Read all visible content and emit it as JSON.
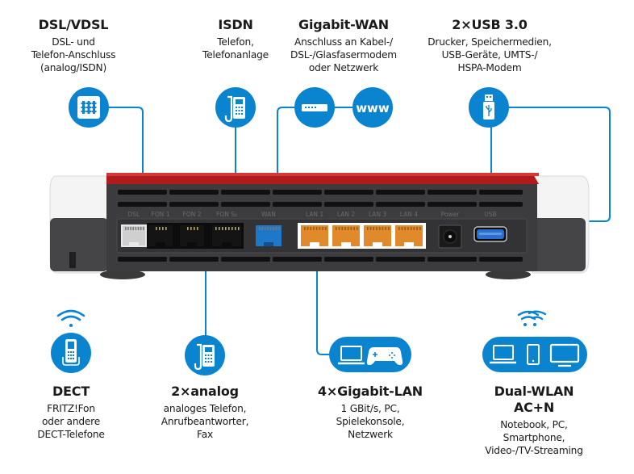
{
  "colors": {
    "accent": "#0a84cf",
    "housing_dark": "#3c3c3e",
    "housing_red": "#b01b1e",
    "housing_white": "#f2f2f2",
    "port_dsl": "#cfcfcf",
    "port_fon": "#141414",
    "port_wan": "#1e78c8",
    "port_lan": "#e08a2c",
    "port_usb": "#2a6fcf"
  },
  "top_features": [
    {
      "id": "dsl",
      "title": "DSL/VDSL",
      "lines": [
        "DSL- und",
        "Telefon-Anschluss",
        "(analog/ISDN)"
      ],
      "icons": [
        "dsl-splitter-icon"
      ]
    },
    {
      "id": "isdn",
      "title": "ISDN",
      "lines": [
        "Telefon,",
        "Telefonanlage"
      ],
      "icons": [
        "desk-phone-icon"
      ]
    },
    {
      "id": "wan",
      "title": "Gigabit-WAN",
      "lines": [
        "Anschluss an Kabel-/",
        "DSL-/Glasfasermodem",
        "oder Netzwerk"
      ],
      "icons": [
        "modem-icon",
        "www-icon"
      ],
      "www_text": "www"
    },
    {
      "id": "usb",
      "title": "2×USB 3.0",
      "lines": [
        "Drucker, Speichermedien,",
        "USB-Geräte, UMTS-/",
        "HSPA-Modem"
      ],
      "icons": [
        "usb-stick-icon"
      ]
    }
  ],
  "bottom_features": [
    {
      "id": "dect",
      "title": "DECT",
      "lines": [
        "FRITZ!Fon",
        "oder andere",
        "DECT-Telefone"
      ],
      "icons": [
        "wifi-signal-icon",
        "cordless-phone-icon"
      ]
    },
    {
      "id": "analog",
      "title": "2×analog",
      "lines": [
        "analoges Telefon,",
        "Anrufbeantworter,",
        "Fax"
      ],
      "icons": [
        "desk-phone-icon"
      ]
    },
    {
      "id": "lan",
      "title": "4×Gigabit-LAN",
      "lines": [
        "1 GBit/s, PC,",
        "Spielekonsole,",
        "Netzwerk"
      ],
      "icons": [
        "laptop-icon",
        "gamepad-icon"
      ]
    },
    {
      "id": "wlan",
      "title": "Dual-WLAN AC+N",
      "lines": [
        "Notebook, PC,",
        "Smartphone,",
        "Video-/TV-Streaming"
      ],
      "icons": [
        "dual-wifi-signal-icon",
        "laptop-icon",
        "smartphone-icon",
        "monitor-icon"
      ]
    }
  ],
  "router": {
    "ports": [
      {
        "name": "DSL",
        "type": "dsl"
      },
      {
        "name": "FON 1",
        "type": "fon"
      },
      {
        "name": "FON 2",
        "type": "fon"
      },
      {
        "name": "FON S₀",
        "type": "fon"
      },
      {
        "name": "WAN",
        "type": "wan"
      },
      {
        "name": "LAN 1",
        "type": "lan"
      },
      {
        "name": "LAN 2",
        "type": "lan"
      },
      {
        "name": "LAN 3",
        "type": "lan"
      },
      {
        "name": "LAN 4",
        "type": "lan"
      },
      {
        "name": "Power",
        "type": "power"
      },
      {
        "name": "USB",
        "type": "usb"
      }
    ]
  }
}
